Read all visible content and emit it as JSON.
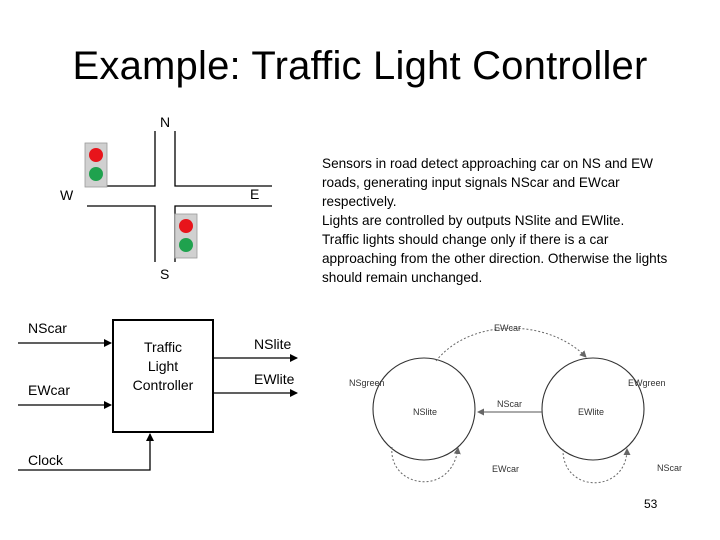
{
  "slide": {
    "title": "Example: Traffic Light Controller",
    "page_number": "53"
  },
  "intersection": {
    "north": "N",
    "south": "S",
    "east": "E",
    "west": "W"
  },
  "description": {
    "para1": "Sensors in road detect approaching car on NS and EW roads, generating input signals NScar and EWcar respectively.",
    "para2": "Lights are controlled by outputs NSlite and EWlite.",
    "para3": "Traffic lights should change only if there is a car approaching from the other direction.  Otherwise the lights should remain unchanged."
  },
  "controller": {
    "label_line1": "Traffic",
    "label_line2": "Light",
    "label_line3": "Controller",
    "inputs": [
      "NScar",
      "EWcar",
      "Clock"
    ],
    "outputs": [
      "NSlite",
      "EWlite"
    ]
  },
  "state_diagram": {
    "states": [
      {
        "name": "NSgreen",
        "output": "NSlite"
      },
      {
        "name": "EWgreen",
        "output": "EWlite"
      }
    ],
    "transitions": {
      "ns_to_ew": "EWcar",
      "ew_to_ns": "NScar",
      "ns_self": "EWcar",
      "ew_self": "NScar"
    }
  },
  "colors": {
    "red_light": "#e8141b",
    "green_light": "#1fa24e",
    "light_housing": "#d0d0d0"
  }
}
